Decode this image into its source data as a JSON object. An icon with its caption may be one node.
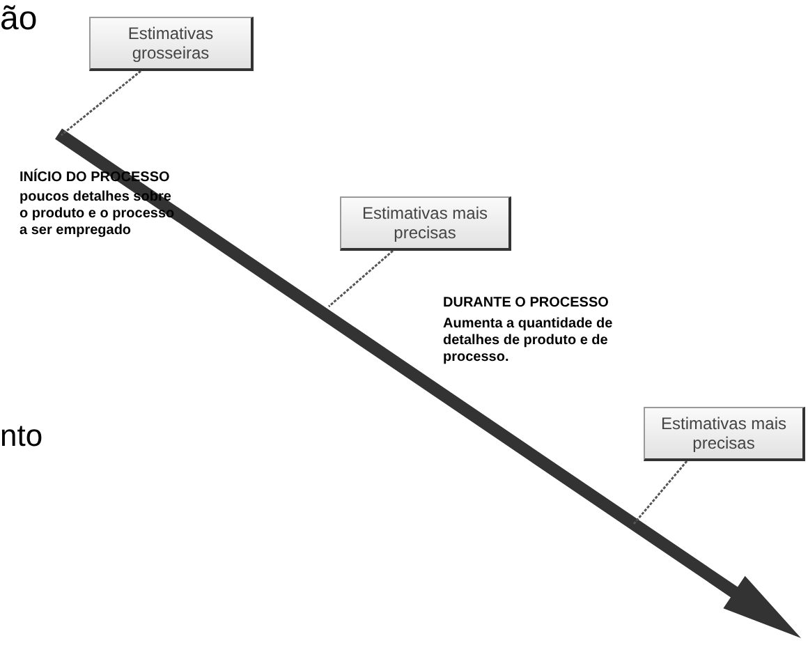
{
  "diagram": {
    "nodes": [
      {
        "text": [
          "Estimativas grosseiras"
        ]
      },
      {
        "text": [
          "Estimativas mais precisas"
        ]
      },
      {
        "text": [
          "Estimativas mais precisas"
        ]
      }
    ],
    "edges": [
      {
        "from": 0,
        "to": null,
        "arrow": "none"
      },
      {
        "from": 1,
        "to": null,
        "arrow": "none"
      },
      {
        "from": 2,
        "to": null,
        "arrow": "none"
      }
    ],
    "labels": [
      "ão",
      "INÍCIO DO PROCESSO",
      "poucos detalhes sobre o produto e o processo a ser empregado",
      "DURANTE O PROCESSO",
      "Aumenta a quantidade de detalhes de produto e de processo.",
      "nto"
    ]
  }
}
